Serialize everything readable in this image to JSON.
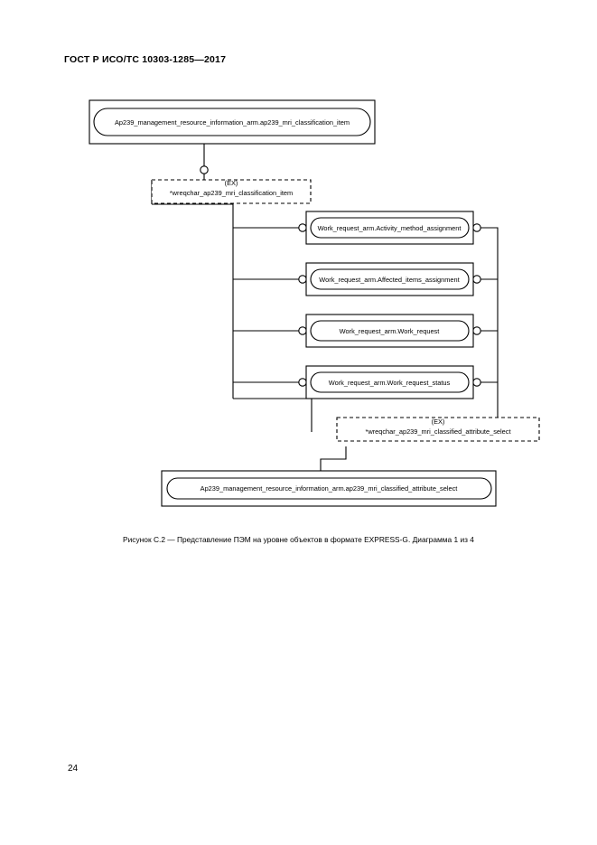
{
  "document": {
    "header": "ГОСТ Р ИСО/ТС 10303-1285—2017",
    "page_number": "24",
    "caption": "Рисунок С.2 — Представление ПЭМ на уровне объектов в формате EXPRESS-G. Диаграмма 1 из 4"
  },
  "diagram": {
    "entities": [
      {
        "id": "e1",
        "label": "Ap239_management_resource_information_arm.ap239_mri_classification_item"
      },
      {
        "id": "e2",
        "label": "Work_request_arm.Activity_method_assignment"
      },
      {
        "id": "e3",
        "label": "Work_request_arm.Affected_items_assignment"
      },
      {
        "id": "e4",
        "label": "Work_request_arm.Work_request"
      },
      {
        "id": "e5",
        "label": "Work_request_arm.Work_request_status"
      },
      {
        "id": "e6",
        "label": "Ap239_management_resource_information_arm.ap239_mri_classified_attribute_select"
      }
    ],
    "external_refs": [
      {
        "id": "x1",
        "tag": "(EX)",
        "label": "*wreqchar_ap239_mri_classification_item"
      },
      {
        "id": "x2",
        "tag": "(EX)",
        "label": "*wreqchar_ap239_mri_classified_attribute_select"
      }
    ]
  }
}
